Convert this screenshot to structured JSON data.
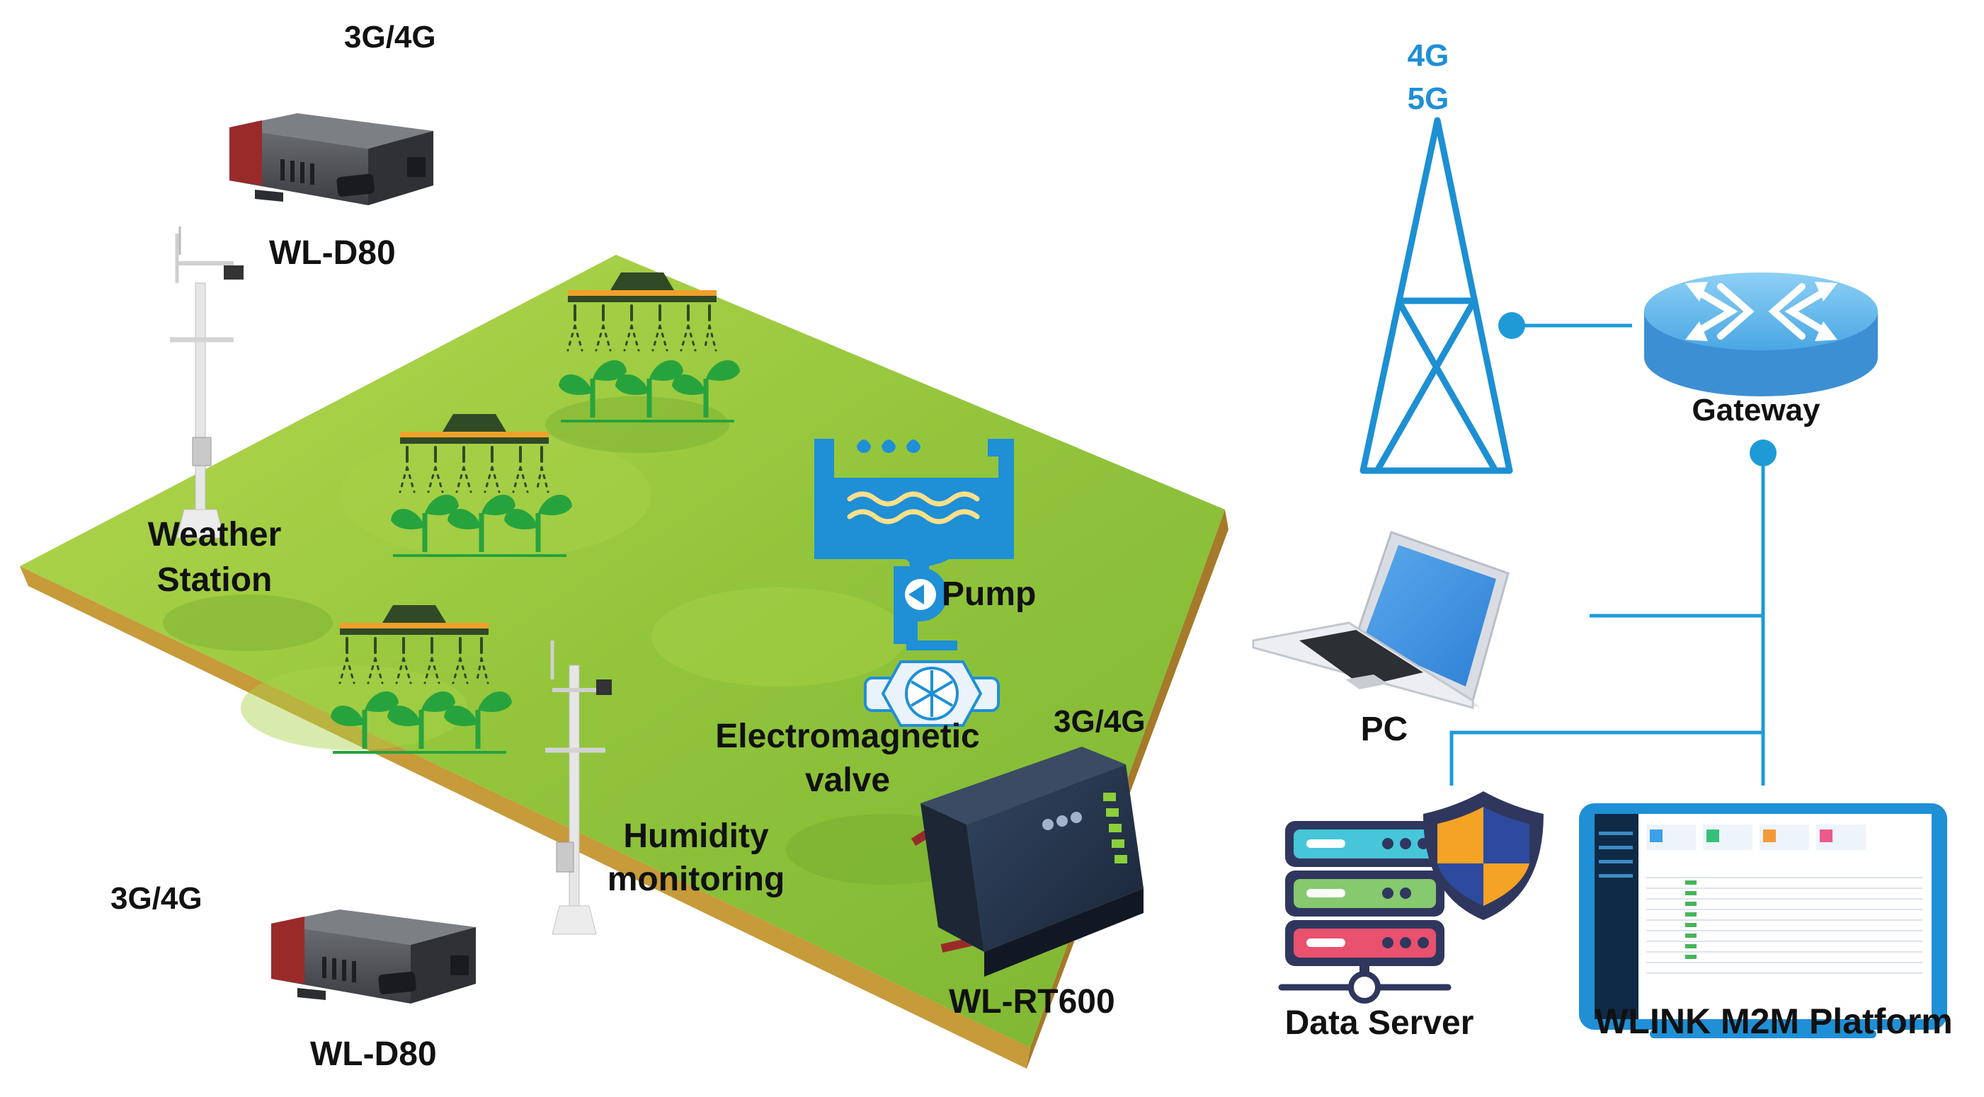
{
  "labels": {
    "net_top_left": "3G/4G",
    "device_top": "WL-D80",
    "weather_station_line1": "Weather",
    "weather_station_line2": "Station",
    "pump": "Pump",
    "valve_line1": "Electromagnetic",
    "valve_line2": "valve",
    "net_rtu": "3G/4G",
    "humidity_line1": "Humidity",
    "humidity_line2": "monitoring",
    "net_bottom_left": "3G/4G",
    "device_bottom": "WL-D80",
    "device_rtu": "WL-RT600",
    "tower_line1": "4G",
    "tower_line2": "5G",
    "gateway": "Gateway",
    "pc": "PC",
    "data_server": "Data Server",
    "platform": "WLINK M2M Platform"
  },
  "colors": {
    "grass": "#8fc43b",
    "grass_light": "#b2d64f",
    "soil_edge": "#c79a3a",
    "network_blue": "#1e9bd7",
    "tower_blue": "#1d8fd3",
    "plant_green": "#27a33d",
    "sprayer_dark": "#2f4a25",
    "sprayer_orange": "#f0a02a",
    "router_body": "#45484e",
    "router_red": "#9a2a2a",
    "rtu_body": "#253245",
    "server_blue": "#30375e",
    "server_row1": "#46c6d8",
    "server_row2": "#86c96e",
    "server_row3": "#e9516e",
    "shield_orange": "#f5a325",
    "shield_blue": "#2e4a9e"
  },
  "icons": [
    "router-icon",
    "weather-station-icon",
    "sprayer-icon",
    "plant-icon",
    "water-tank-icon",
    "valve-icon",
    "rtu-icon",
    "cell-tower-icon",
    "gateway-router-icon",
    "laptop-icon",
    "server-icon",
    "shield-icon",
    "monitor-icon"
  ]
}
